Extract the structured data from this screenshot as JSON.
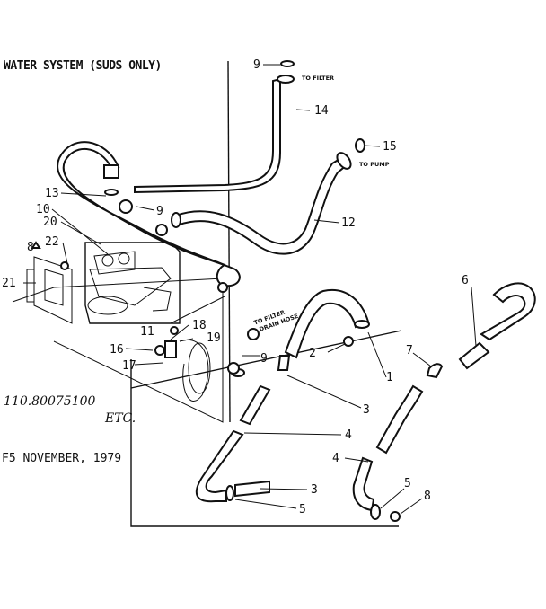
{
  "title": "WATER SYSTEM (SUDS ONLY)",
  "footer_date": "F5 NOVEMBER, 1979",
  "handwritten_line1": "110.80075100",
  "handwritten_line2": "ETC.",
  "notes": {
    "to_filter_top": "TO FILTER",
    "to_pump": "TO PUMP",
    "to_filter_drain_line1": "TO FILTER",
    "to_filter_drain_line2": "DRAIN HOSE"
  },
  "callouts": {
    "c9_top": "9",
    "c14": "14",
    "c15": "15",
    "c12": "12",
    "c13": "13",
    "c10": "10",
    "c20": "20",
    "c22": "22",
    "c8_left": "8",
    "c21": "21",
    "c9_mid": "9",
    "c11": "11",
    "c18": "18",
    "c19": "19",
    "c16": "16",
    "c17": "17",
    "c9_low": "9",
    "c2": "2",
    "c1": "1",
    "c3_a": "3",
    "c4_a": "4",
    "c3_b": "3",
    "c5_a": "5",
    "c6": "6",
    "c7": "7",
    "c4_b": "4",
    "c5_b": "5",
    "c8_right": "8"
  }
}
